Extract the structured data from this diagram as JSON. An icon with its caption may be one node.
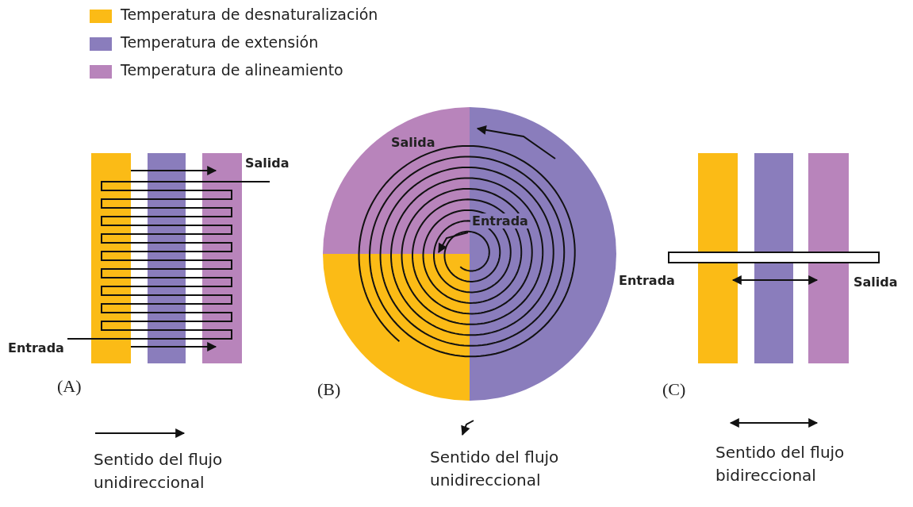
{
  "diagram": {
    "labels": [
      "Salida",
      "Salida",
      "Entrada",
      "Entrada",
      "Salida",
      "Entrada",
      "(A)",
      "(B)",
      "(C)",
      "Sentido del flujo unidireccional",
      "Sentido del flujo unidireccional",
      "Sentido del flujo bidireccional"
    ],
    "legend": [
      {
        "text": "Temperatura de desnaturalización",
        "color": "#fbbb16"
      },
      {
        "text": "Temperatura de extensión",
        "color": "#8a7dbc"
      },
      {
        "text": "Temperatura de alineamiento",
        "color": "#b884bb"
      }
    ]
  }
}
